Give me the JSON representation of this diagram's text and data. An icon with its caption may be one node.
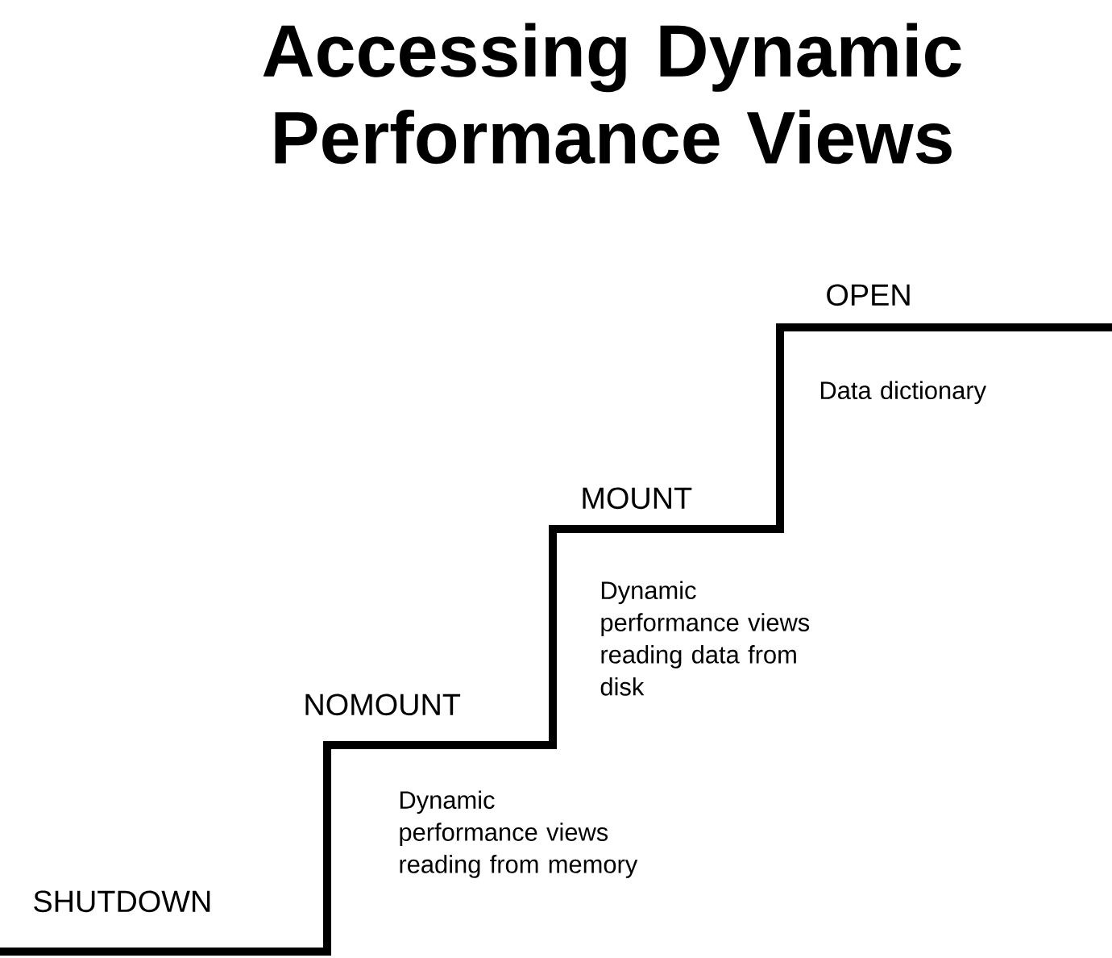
{
  "diagram": {
    "title": "Accessing Dynamic Performance Views",
    "labels": [
      "OPEN",
      "Data dictionary",
      "MOUNT",
      "Dynamic performance views reading data from disk",
      "NOMOUNT",
      "Dynamic performance views reading from memory",
      "SHUTDOWN"
    ]
  }
}
